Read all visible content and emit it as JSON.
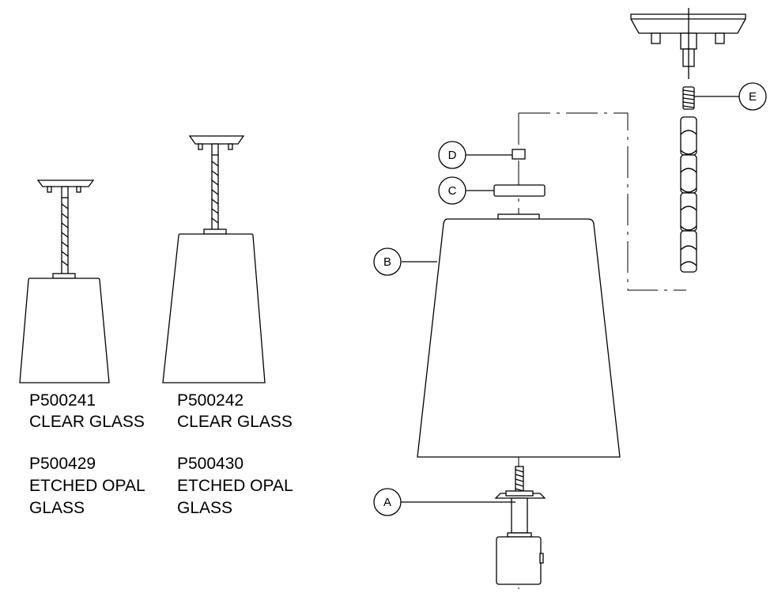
{
  "products": [
    {
      "model": "P500241",
      "glass": "CLEAR GLASS"
    },
    {
      "model": "P500429",
      "glass_line1": "ETCHED OPAL",
      "glass_line2": "GLASS"
    },
    {
      "model": "P500242",
      "glass": "CLEAR GLASS"
    },
    {
      "model": "P500430",
      "glass_line1": "ETCHED OPAL",
      "glass_line2": "GLASS"
    }
  ],
  "callouts": [
    "A",
    "B",
    "C",
    "D",
    "E"
  ]
}
